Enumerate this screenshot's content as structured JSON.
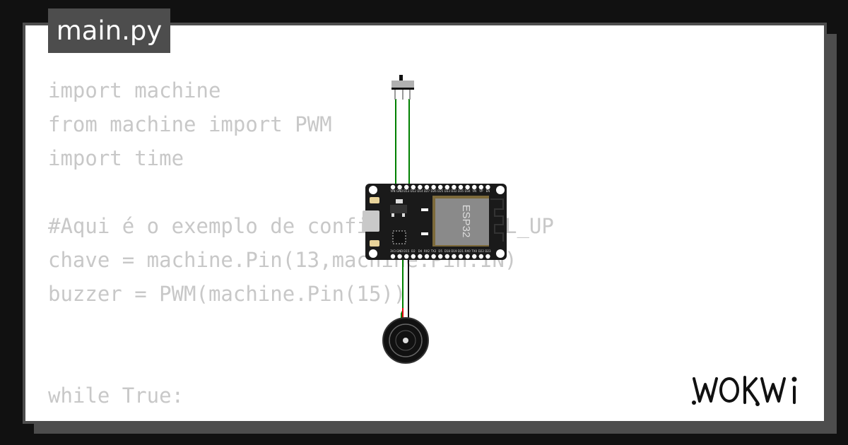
{
  "file_tab": {
    "label": "main.py"
  },
  "code": {
    "lines": [
      "import machine",
      "from machine import PWM",
      "import time",
      "",
      "#Aqui é o exemplo de configuração PULL_UP",
      "chave = machine.Pin(13,machine.Pin.IN)",
      "buzzer = PWM(machine.Pin(15))",
      "",
      "",
      "while True:"
    ]
  },
  "board": {
    "chip_label": "ESP32",
    "top_pins": [
      "VIN",
      "GND",
      "D13",
      "D12",
      "D14",
      "D27",
      "D26",
      "D25",
      "D33",
      "D32",
      "D35",
      "D34",
      "VN",
      "VP",
      "EN"
    ],
    "bottom_pins": [
      "3V3",
      "GND",
      "D15",
      "D2",
      "D4",
      "RX2",
      "TX2",
      "D5",
      "D18",
      "D19",
      "D21",
      "RX0",
      "TX0",
      "D22",
      "D23"
    ]
  },
  "brand": {
    "logo_text": "WOKWi"
  },
  "colors": {
    "background": "#111111",
    "panel": "#4d4d4d",
    "card": "#ffffff",
    "code_text": "#c8c8c8",
    "wire_signal": "#008000",
    "wire_power": "#e00000",
    "wire_ground": "#111111",
    "board": "#1a1a1a",
    "chip": "#8a8a8a"
  },
  "icons": [
    "slide-switch-icon",
    "piezo-buzzer-icon",
    "esp32-board-icon",
    "wokwi-logo"
  ]
}
